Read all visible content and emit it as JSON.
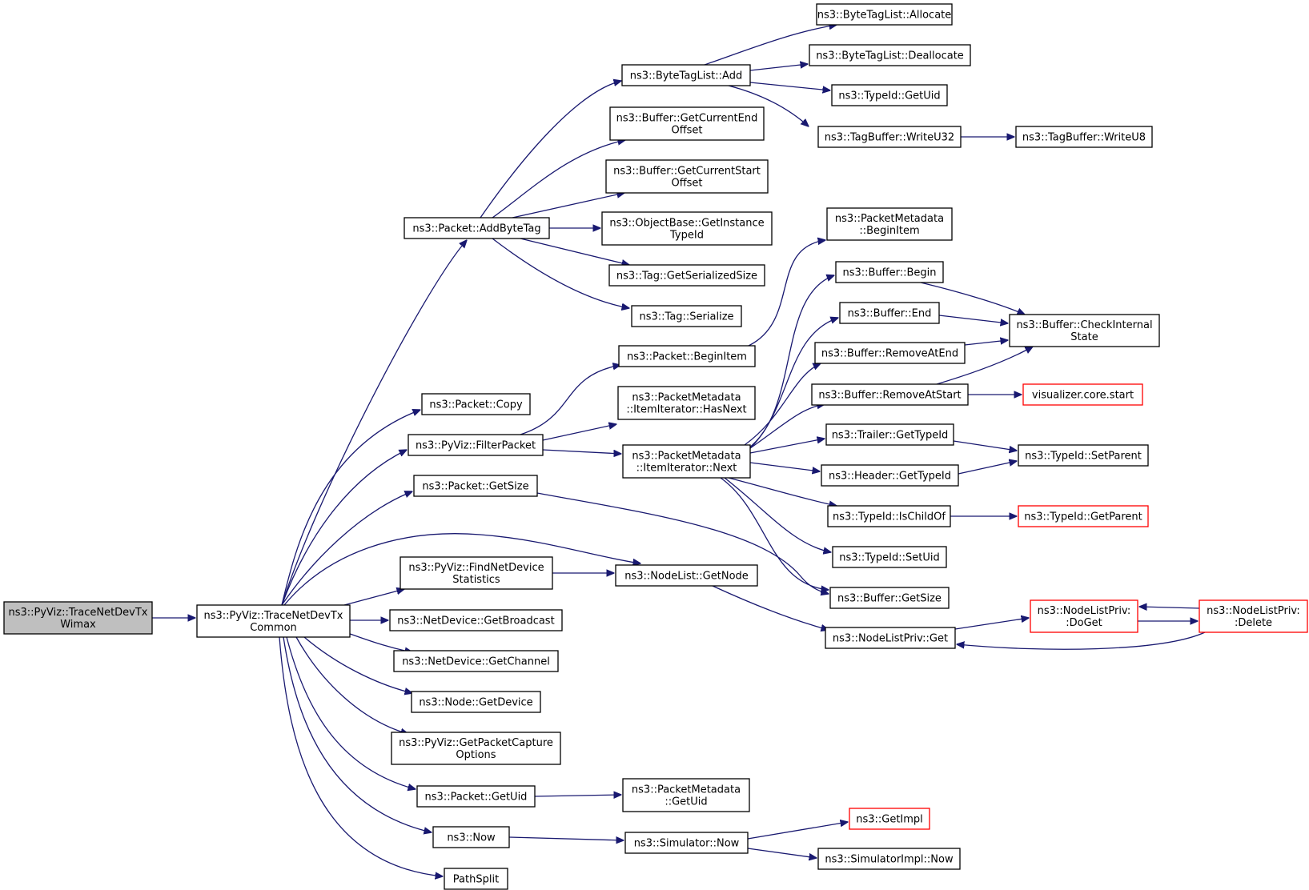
{
  "colors": {
    "edge": "#191970",
    "box_border": "#000000",
    "truncated_border": "#ff0000",
    "root_fill": "#bfbfbf",
    "box_fill": "#ffffff"
  },
  "nodes": [
    {
      "id": "root",
      "lines": [
        "ns3::PyViz::TraceNetDevTx",
        "Wimax"
      ],
      "root": true
    },
    {
      "id": "common",
      "lines": [
        "ns3::PyViz::TraceNetDevTx",
        "Common"
      ]
    },
    {
      "id": "addbytetag",
      "lines": [
        "ns3::Packet::AddByteTag"
      ]
    },
    {
      "id": "copy",
      "lines": [
        "ns3::Packet::Copy"
      ]
    },
    {
      "id": "filterpacket",
      "lines": [
        "ns3::PyViz::FilterPacket"
      ]
    },
    {
      "id": "getsize",
      "lines": [
        "ns3::Packet::GetSize"
      ]
    },
    {
      "id": "findnetdev",
      "lines": [
        "ns3::PyViz::FindNetDevice",
        "Statistics"
      ]
    },
    {
      "id": "getbroadcast",
      "lines": [
        "ns3::NetDevice::GetBroadcast"
      ]
    },
    {
      "id": "getchannel",
      "lines": [
        "ns3::NetDevice::GetChannel"
      ]
    },
    {
      "id": "getdevice",
      "lines": [
        "ns3::Node::GetDevice"
      ]
    },
    {
      "id": "getpcap",
      "lines": [
        "ns3::PyViz::GetPacketCapture",
        "Options"
      ]
    },
    {
      "id": "getuid",
      "lines": [
        "ns3::Packet::GetUid"
      ]
    },
    {
      "id": "now",
      "lines": [
        "ns3::Now"
      ]
    },
    {
      "id": "pathsplit",
      "lines": [
        "PathSplit"
      ]
    },
    {
      "id": "btl_add",
      "lines": [
        "ns3::ByteTagList::Add"
      ]
    },
    {
      "id": "curend",
      "lines": [
        "ns3::Buffer::GetCurrentEnd",
        "Offset"
      ]
    },
    {
      "id": "curstart",
      "lines": [
        "ns3::Buffer::GetCurrentStart",
        "Offset"
      ]
    },
    {
      "id": "getinsttype",
      "lines": [
        "ns3::ObjectBase::GetInstance",
        "TypeId"
      ]
    },
    {
      "id": "tagsersize",
      "lines": [
        "ns3::Tag::GetSerializedSize"
      ]
    },
    {
      "id": "tagser",
      "lines": [
        "ns3::Tag::Serialize"
      ]
    },
    {
      "id": "pkt_beginitem",
      "lines": [
        "ns3::Packet::BeginItem"
      ]
    },
    {
      "id": "hasnext",
      "lines": [
        "ns3::PacketMetadata",
        "::ItemIterator::HasNext"
      ]
    },
    {
      "id": "next",
      "lines": [
        "ns3::PacketMetadata",
        "::ItemIterator::Next"
      ]
    },
    {
      "id": "nl_getnode",
      "lines": [
        "ns3::NodeList::GetNode"
      ]
    },
    {
      "id": "pm_getuid",
      "lines": [
        "ns3::PacketMetadata",
        "::GetUid"
      ]
    },
    {
      "id": "sim_now",
      "lines": [
        "ns3::Simulator::Now"
      ]
    },
    {
      "id": "btl_alloc",
      "lines": [
        "ns3::ByteTagList::Allocate"
      ]
    },
    {
      "id": "btl_dealloc",
      "lines": [
        "ns3::ByteTagList::Deallocate"
      ]
    },
    {
      "id": "tid_getuid",
      "lines": [
        "ns3::TypeId::GetUid"
      ]
    },
    {
      "id": "tb_writeu32",
      "lines": [
        "ns3::TagBuffer::WriteU32"
      ]
    },
    {
      "id": "tb_writeu8",
      "lines": [
        "ns3::TagBuffer::WriteU8"
      ]
    },
    {
      "id": "pm_beginitem",
      "lines": [
        "ns3::PacketMetadata",
        "::BeginItem"
      ]
    },
    {
      "id": "buf_begin",
      "lines": [
        "ns3::Buffer::Begin"
      ]
    },
    {
      "id": "buf_end",
      "lines": [
        "ns3::Buffer::End"
      ]
    },
    {
      "id": "buf_check",
      "lines": [
        "ns3::Buffer::CheckInternal",
        "State"
      ]
    },
    {
      "id": "buf_rmend",
      "lines": [
        "ns3::Buffer::RemoveAtEnd"
      ]
    },
    {
      "id": "buf_rmstart",
      "lines": [
        "ns3::Buffer::RemoveAtStart"
      ]
    },
    {
      "id": "viz_start",
      "lines": [
        "visualizer.core.start"
      ],
      "truncated": true
    },
    {
      "id": "trailer_tid",
      "lines": [
        "ns3::Trailer::GetTypeId"
      ]
    },
    {
      "id": "tid_setparent",
      "lines": [
        "ns3::TypeId::SetParent"
      ]
    },
    {
      "id": "header_tid",
      "lines": [
        "ns3::Header::GetTypeId"
      ]
    },
    {
      "id": "tid_ischild",
      "lines": [
        "ns3::TypeId::IsChildOf"
      ]
    },
    {
      "id": "tid_getparent",
      "lines": [
        "ns3::TypeId::GetParent"
      ],
      "truncated": true
    },
    {
      "id": "tid_setuid",
      "lines": [
        "ns3::TypeId::SetUid"
      ]
    },
    {
      "id": "buf_getsize",
      "lines": [
        "ns3::Buffer::GetSize"
      ]
    },
    {
      "id": "nlp_get",
      "lines": [
        "ns3::NodeListPriv::Get"
      ]
    },
    {
      "id": "nlp_doget",
      "lines": [
        "ns3::NodeListPriv:",
        ":DoGet"
      ],
      "truncated": true
    },
    {
      "id": "nlp_delete",
      "lines": [
        "ns3::NodeListPriv:",
        ":Delete"
      ],
      "truncated": true
    },
    {
      "id": "getimpl",
      "lines": [
        "ns3::GetImpl"
      ],
      "truncated": true
    },
    {
      "id": "simimpl_now",
      "lines": [
        "ns3::SimulatorImpl::Now"
      ]
    }
  ],
  "edges": [
    [
      "root",
      "common"
    ],
    [
      "common",
      "addbytetag"
    ],
    [
      "common",
      "copy"
    ],
    [
      "common",
      "filterpacket"
    ],
    [
      "common",
      "getsize"
    ],
    [
      "common",
      "nl_getnode"
    ],
    [
      "common",
      "findnetdev"
    ],
    [
      "common",
      "getbroadcast"
    ],
    [
      "common",
      "getchannel"
    ],
    [
      "common",
      "getdevice"
    ],
    [
      "common",
      "getpcap"
    ],
    [
      "common",
      "getuid"
    ],
    [
      "common",
      "now"
    ],
    [
      "common",
      "pathsplit"
    ],
    [
      "addbytetag",
      "btl_add"
    ],
    [
      "addbytetag",
      "curend"
    ],
    [
      "addbytetag",
      "curstart"
    ],
    [
      "addbytetag",
      "getinsttype"
    ],
    [
      "addbytetag",
      "tagsersize"
    ],
    [
      "addbytetag",
      "tagser"
    ],
    [
      "btl_add",
      "btl_alloc"
    ],
    [
      "btl_add",
      "btl_dealloc"
    ],
    [
      "btl_add",
      "tid_getuid"
    ],
    [
      "btl_add",
      "tb_writeu32"
    ],
    [
      "tb_writeu32",
      "tb_writeu8"
    ],
    [
      "filterpacket",
      "pkt_beginitem"
    ],
    [
      "filterpacket",
      "hasnext"
    ],
    [
      "filterpacket",
      "next"
    ],
    [
      "pkt_beginitem",
      "pm_beginitem"
    ],
    [
      "next",
      "buf_begin"
    ],
    [
      "next",
      "buf_end"
    ],
    [
      "next",
      "buf_rmend"
    ],
    [
      "next",
      "buf_rmstart"
    ],
    [
      "next",
      "trailer_tid"
    ],
    [
      "next",
      "header_tid"
    ],
    [
      "next",
      "tid_ischild"
    ],
    [
      "next",
      "tid_setuid"
    ],
    [
      "next",
      "buf_getsize"
    ],
    [
      "buf_begin",
      "buf_check"
    ],
    [
      "buf_end",
      "buf_check"
    ],
    [
      "buf_rmend",
      "buf_check"
    ],
    [
      "buf_rmstart",
      "buf_check"
    ],
    [
      "buf_rmstart",
      "viz_start"
    ],
    [
      "trailer_tid",
      "tid_setparent"
    ],
    [
      "header_tid",
      "tid_setparent"
    ],
    [
      "tid_ischild",
      "tid_getparent"
    ],
    [
      "getsize",
      "buf_getsize"
    ],
    [
      "findnetdev",
      "nl_getnode"
    ],
    [
      "nl_getnode",
      "nlp_get"
    ],
    [
      "nlp_get",
      "nlp_doget"
    ],
    [
      "nlp_doget",
      "nlp_delete"
    ],
    [
      "nlp_delete",
      "nlp_doget"
    ],
    [
      "nlp_delete",
      "nlp_get"
    ],
    [
      "getuid",
      "pm_getuid"
    ],
    [
      "now",
      "sim_now"
    ],
    [
      "sim_now",
      "getimpl"
    ],
    [
      "sim_now",
      "simimpl_now"
    ]
  ]
}
